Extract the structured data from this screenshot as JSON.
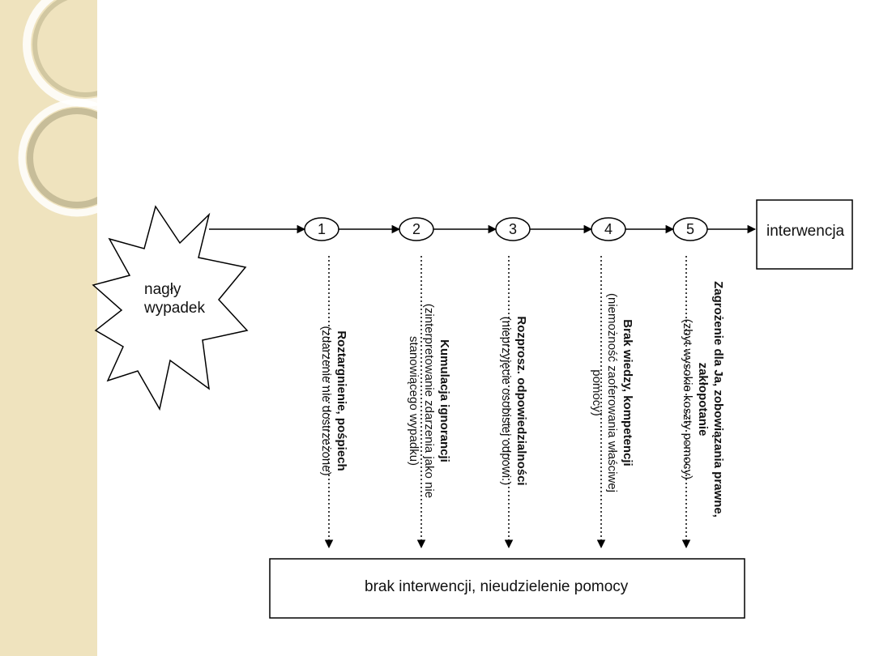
{
  "start_event": {
    "lines": [
      "nagły",
      "wypadek"
    ]
  },
  "steps": [
    {
      "number": "1",
      "title": "Roztargnienie, pośpiech",
      "subtitle": "(zdarzenie nie dostrzeżone)"
    },
    {
      "number": "2",
      "title": "Kumulacja ignorancji",
      "subtitle": "(zinterpretowanie zdarzenia jako nie stanowiącego wypadku)"
    },
    {
      "number": "3",
      "title": "Rozprosz. odpowiedzialności",
      "subtitle": "(nieprzyjęcie osobistej odpowi.)"
    },
    {
      "number": "4",
      "title": "Brak wiedzy, kompetencji",
      "subtitle": "(niemożność zaoferowania właściwej pomocy)"
    },
    {
      "number": "5",
      "title": "Zagrożenie dla Ja, zobowiązania prawne, zakłopotanie",
      "subtitle": "(zbyt wysokie koszty pomocy)"
    }
  ],
  "outcome_positive": "interwencja",
  "outcome_negative": "brak interwencji, nieudzielenie pomocy"
}
